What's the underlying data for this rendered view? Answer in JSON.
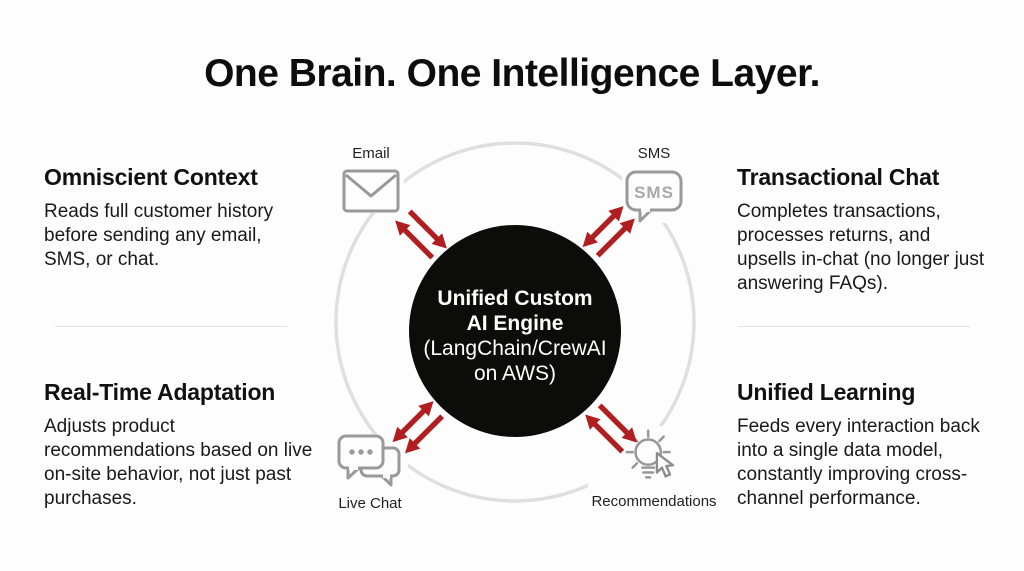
{
  "title": "One Brain. One Intelligence Layer.",
  "panels": {
    "top_left": {
      "heading": "Omniscient Context",
      "body": "Reads full customer history before sending any email, SMS, or chat."
    },
    "bottom_left": {
      "heading": "Real-Time Adaptation",
      "body": "Adjusts product recommendations based on live on-site behavior, not just past purchases."
    },
    "top_right": {
      "heading": "Transactional Chat",
      "body": "Completes transactions, processes returns, and upsells in-chat (no longer just answering FAQs)."
    },
    "bottom_right": {
      "heading": "Unified Learning",
      "body": "Feeds every interaction back into a single data model, constantly improving cross-channel performance."
    }
  },
  "diagram": {
    "center": {
      "line1": "Unified Custom",
      "line2": "AI Engine",
      "line3": "(LangChain/CrewAI",
      "line4": "on AWS)"
    },
    "nodes": {
      "email": {
        "label": "Email",
        "icon": "envelope-icon"
      },
      "sms": {
        "label": "SMS",
        "bubble_text": "SMS",
        "icon": "sms-bubble-icon"
      },
      "live_chat": {
        "label": "Live Chat",
        "icon": "chat-bubbles-icon"
      },
      "recommendations": {
        "label": "Recommendations",
        "icon": "lightbulb-cursor-icon"
      }
    },
    "colors": {
      "arrow_red": "#b01e20",
      "icon_grey": "#999999",
      "ring_grey": "#dfdfdf",
      "circle_black": "#0c0c0a",
      "center_text": "#ffffff"
    }
  }
}
